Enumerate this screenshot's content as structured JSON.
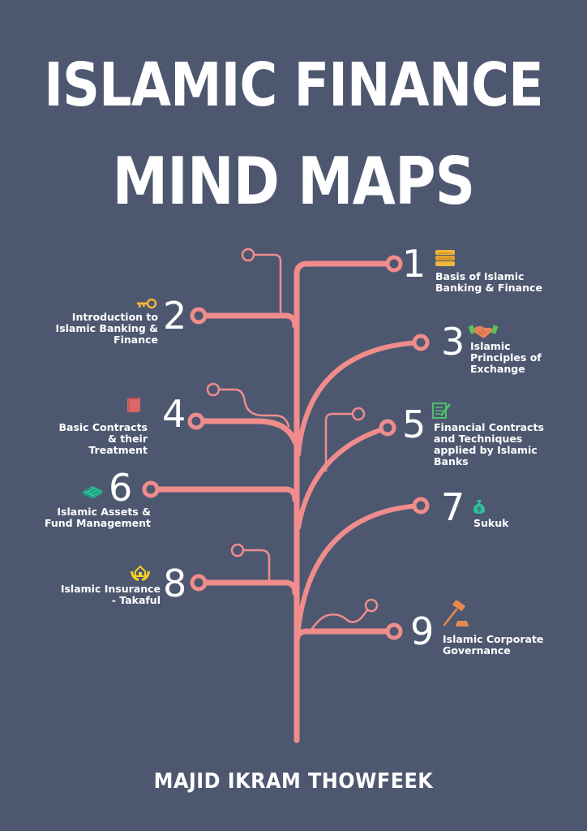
{
  "cover": {
    "title_line1": "ISLAMIC FINANCE",
    "title_line2": "MIND MAPS",
    "author": "MAJID IKRAM THOWFEEK"
  },
  "colors": {
    "background": "#4d5870",
    "tree": "#f08c8c",
    "text": "#ffffff",
    "icon_gold": "#f0b43c",
    "icon_green": "#2bbf9a",
    "icon_red": "#d96868",
    "icon_orange": "#e88a4c",
    "icon_yellow": "#f5d020"
  },
  "topics": [
    {
      "number": "1",
      "label": "Basis of Islamic\nBanking & Finance",
      "icon": "books-stack-icon"
    },
    {
      "number": "2",
      "label": "Introduction to\nIslamic Banking &\nFinance",
      "icon": "key-icon"
    },
    {
      "number": "3",
      "label": "Islamic\nPrinciples of\nExchange",
      "icon": "handshake-icon"
    },
    {
      "number": "4",
      "label": "Basic Contracts\n& their\nTreatment",
      "icon": "book-icon"
    },
    {
      "number": "5",
      "label": "Financial Contracts\nand Techniques\napplied by Islamic\nBanks",
      "icon": "contract-pen-icon"
    },
    {
      "number": "6",
      "label": "Islamic Assets &\nFund Management",
      "icon": "money-stack-icon"
    },
    {
      "number": "7",
      "label": "Sukuk",
      "icon": "money-bag-icon"
    },
    {
      "number": "8",
      "label": "Islamic Insurance\n- Takaful",
      "icon": "house-hands-icon"
    },
    {
      "number": "9",
      "label": "Islamic Corporate\nGovernance",
      "icon": "gavel-icon"
    }
  ]
}
